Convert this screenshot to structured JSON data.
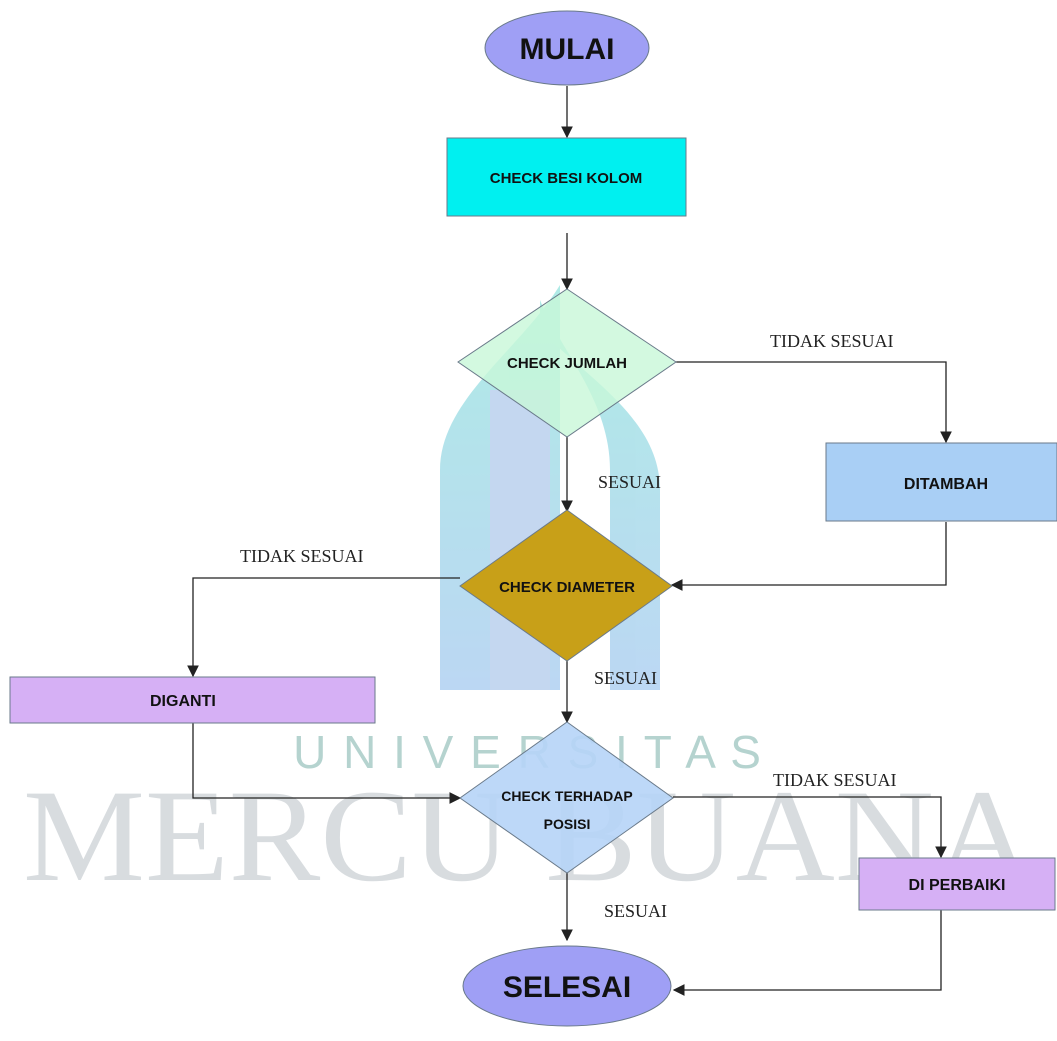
{
  "watermark": {
    "line1": "U N I V E R S I T A S",
    "line2": "MERCU BUANA",
    "logo_colors": [
      "#4fd3c8",
      "#6aa7e6"
    ]
  },
  "nodes": {
    "start": {
      "text": "MULAI",
      "fill": "#9f9ff5"
    },
    "check_besi": {
      "text": "CHECK BESI KOLOM",
      "fill": "#00f0f0"
    },
    "check_jumlah": {
      "text": "CHECK JUMLAH",
      "fill": "#c8f7d8"
    },
    "ditambah": {
      "text": "DITAMBAH",
      "fill": "#a9cff5"
    },
    "check_diameter": {
      "text": "CHECK DIAMETER",
      "fill": "#c8a018"
    },
    "diganti": {
      "text": "DIGANTI",
      "fill": "#d6b0f5"
    },
    "check_posisi": {
      "line1": "CHECK TERHADAP",
      "line2": "POSISI",
      "fill": "#b6d4f7"
    },
    "di_perbaiki": {
      "text": "DI PERBAIKI",
      "fill": "#d6b0f5"
    },
    "end": {
      "text": "SELESAI",
      "fill": "#9f9ff5"
    }
  },
  "edge_labels": {
    "jumlah_tidak": "TIDAK SESUAI",
    "jumlah_sesuai": "SESUAI",
    "diameter_tidak": "TIDAK SESUAI",
    "diameter_sesuai": "SESUAI",
    "posisi_tidak": "TIDAK SESUAI",
    "posisi_sesuai": "SESUAI"
  }
}
